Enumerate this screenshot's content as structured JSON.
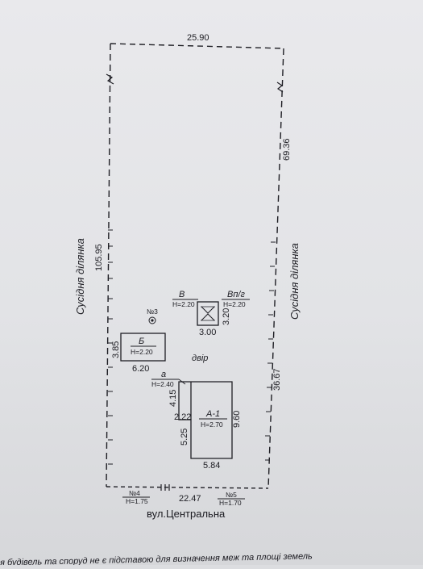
{
  "plot": {
    "dim_top": "25.90",
    "dim_left": "105.95",
    "dim_right_upper": "69.36",
    "dim_right_lower": "36.67",
    "dim_bottom": "22.47",
    "neighbor_left": "Сусідня ділянка",
    "neighbor_right": "Сусідня ділянка",
    "street": "вул.Центральна",
    "yard": "двір"
  },
  "buildings": {
    "v": {
      "name": "В",
      "height": "H=2.20"
    },
    "vpg": {
      "name": "Вп/г",
      "height": "H=2.20",
      "width": "3.00",
      "depth": "3.20"
    },
    "well": {
      "name": "№3"
    },
    "b": {
      "name": "Б",
      "height": "H=2.20",
      "width": "6.20",
      "depth": "3.85"
    },
    "a": {
      "name": "а",
      "height": "H=2.40",
      "depth": "4.15"
    },
    "a1": {
      "name": "А-1",
      "height": "H=2.70",
      "width": "5.84",
      "depth": "9.60",
      "dim_left_lower": "5.25",
      "dim_step": "2.22"
    },
    "n4": {
      "name": "№4",
      "height": "H=1.75"
    },
    "n5": {
      "name": "№5",
      "height": "H=1.70"
    }
  },
  "footer": {
    "text": "я будівель та споруд не є підставою для визначення меж та площі  земель"
  }
}
